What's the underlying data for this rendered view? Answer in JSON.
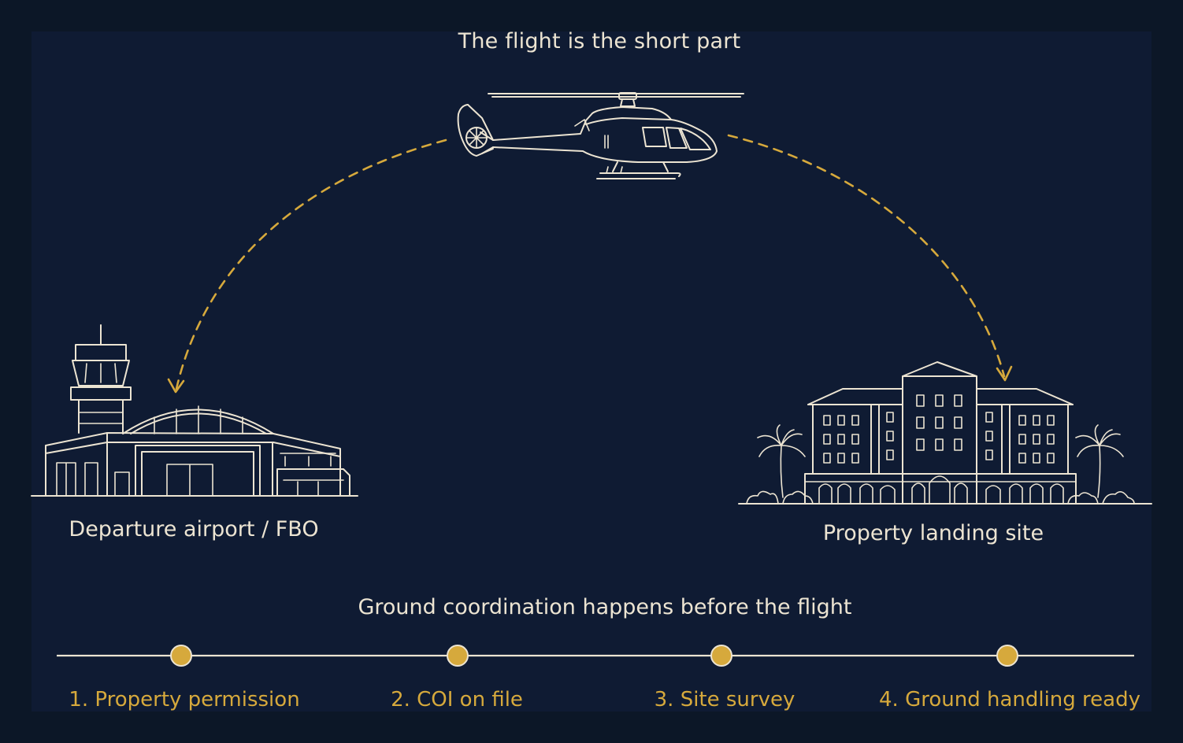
{
  "diagram": {
    "title": "The flight is the short part",
    "origin_label": "Departure airport / FBO",
    "destination_label": "Property landing site",
    "timeline_title": "Ground coordination happens before the flight",
    "steps": [
      {
        "label": "1. Property permission"
      },
      {
        "label": "2. COI on file"
      },
      {
        "label": "3. Site survey"
      },
      {
        "label": "4. Ground handling ready"
      }
    ]
  },
  "colors": {
    "background": "#0c1727",
    "panel": "#0f1b33",
    "line_art": "#ece4d2",
    "accent": "#d6a93c"
  },
  "icons": {
    "aircraft": "helicopter-icon",
    "origin": "airport-terminal-icon",
    "destination": "hotel-building-icon",
    "palms": "palm-tree-icon"
  }
}
